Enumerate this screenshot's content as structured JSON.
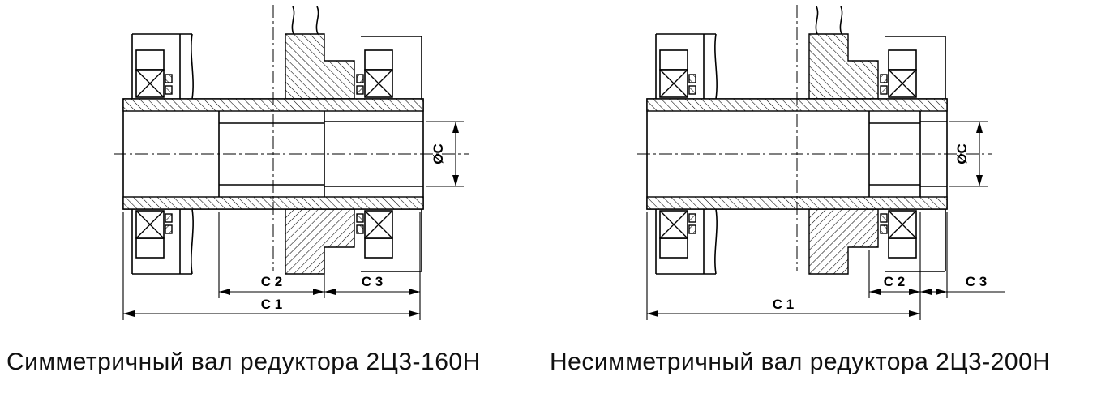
{
  "colors": {
    "line": "#000000",
    "caption_text": "#111111",
    "background": "#ffffff"
  },
  "figures": {
    "left": {
      "caption": "Симметричный вал редуктора 2Ц3-160Н",
      "dims": {
        "c1": "C 1",
        "c2": "C 2",
        "c3": "C 3",
        "diameter": "ØC"
      }
    },
    "right": {
      "caption": "Несимметричный вал редуктора 2Ц3-200Н",
      "dims": {
        "c1": "C 1",
        "c2": "C 2",
        "c3": "C 3",
        "diameter": "ØC"
      }
    }
  }
}
